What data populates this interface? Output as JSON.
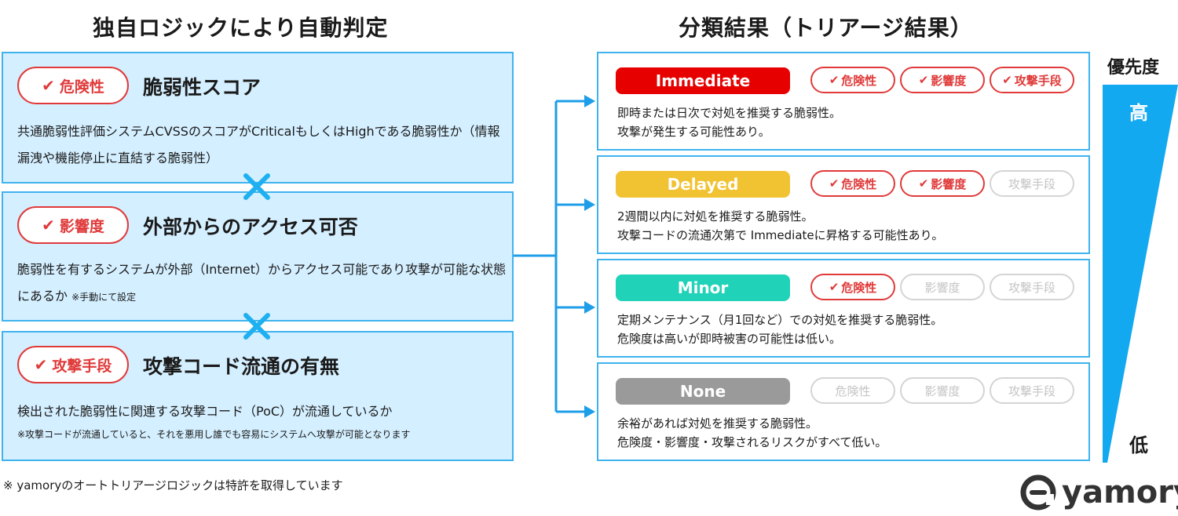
{
  "left_heading": "独自ロジックにより自動判定",
  "right_heading": "分類結果（トリアージ結果）",
  "criteria": [
    {
      "pill": "危険性",
      "title": "脆弱性スコア",
      "desc": "共通脆弱性評価システムCVSSのスコアがCriticalもしくはHighである脆弱性か（情報漏洩や機能停止に直結する脆弱性）",
      "note": ""
    },
    {
      "pill": "影響度",
      "title": "外部からのアクセス可否",
      "desc": "脆弱性を有するシステムが外部（Internet）からアクセス可能であり攻撃が可能な状態にあるか",
      "note": "※手動にて設定"
    },
    {
      "pill": "攻撃手段",
      "title": "攻撃コード流通の有無",
      "desc": "検出された脆弱性に関連する攻撃コード（PoC）が流通しているか",
      "note": "※攻撃コードが流通していると、それを悪用し誰でも容易にシステムへ攻撃が可能となります"
    }
  ],
  "checkmark": "✔",
  "tag_labels": [
    "危険性",
    "影響度",
    "攻撃手段"
  ],
  "results": [
    {
      "label": "Immediate",
      "color": "#e60000",
      "active": [
        true,
        true,
        true
      ],
      "line1": "即時または日次で対処を推奨する脆弱性。",
      "line2": "攻撃が発生する可能性あり。"
    },
    {
      "label": "Delayed",
      "color": "#f1c232",
      "active": [
        true,
        true,
        false
      ],
      "line1": "2週間以内に対処を推奨する脆弱性。",
      "line2": "攻撃コードの流通次第で Immediateに昇格する可能性あり。"
    },
    {
      "label": "Minor",
      "color": "#20d2b8",
      "active": [
        true,
        false,
        false
      ],
      "line1": "定期メンテナンス（月1回など）での対処を推奨する脆弱性。",
      "line2": "危険度は高いが即時被害の可能性は低い。"
    },
    {
      "label": "None",
      "color": "#9a9a9a",
      "active": [
        false,
        false,
        false
      ],
      "line1": "余裕があれば対処を推奨する脆弱性。",
      "line2": "危険度・影響度・攻撃されるリスクがすべて低い。"
    }
  ],
  "priority": {
    "title": "優先度",
    "high": "高",
    "low": "低",
    "color": "#12a9f0"
  },
  "footnote": "※ yamoryのオートトリアージロジックは特許を取得しています",
  "brand": {
    "name": "yamory"
  },
  "colors": {
    "accent": "#3fb3ee",
    "panel": "#d4efff",
    "danger": "#e03a3a"
  }
}
